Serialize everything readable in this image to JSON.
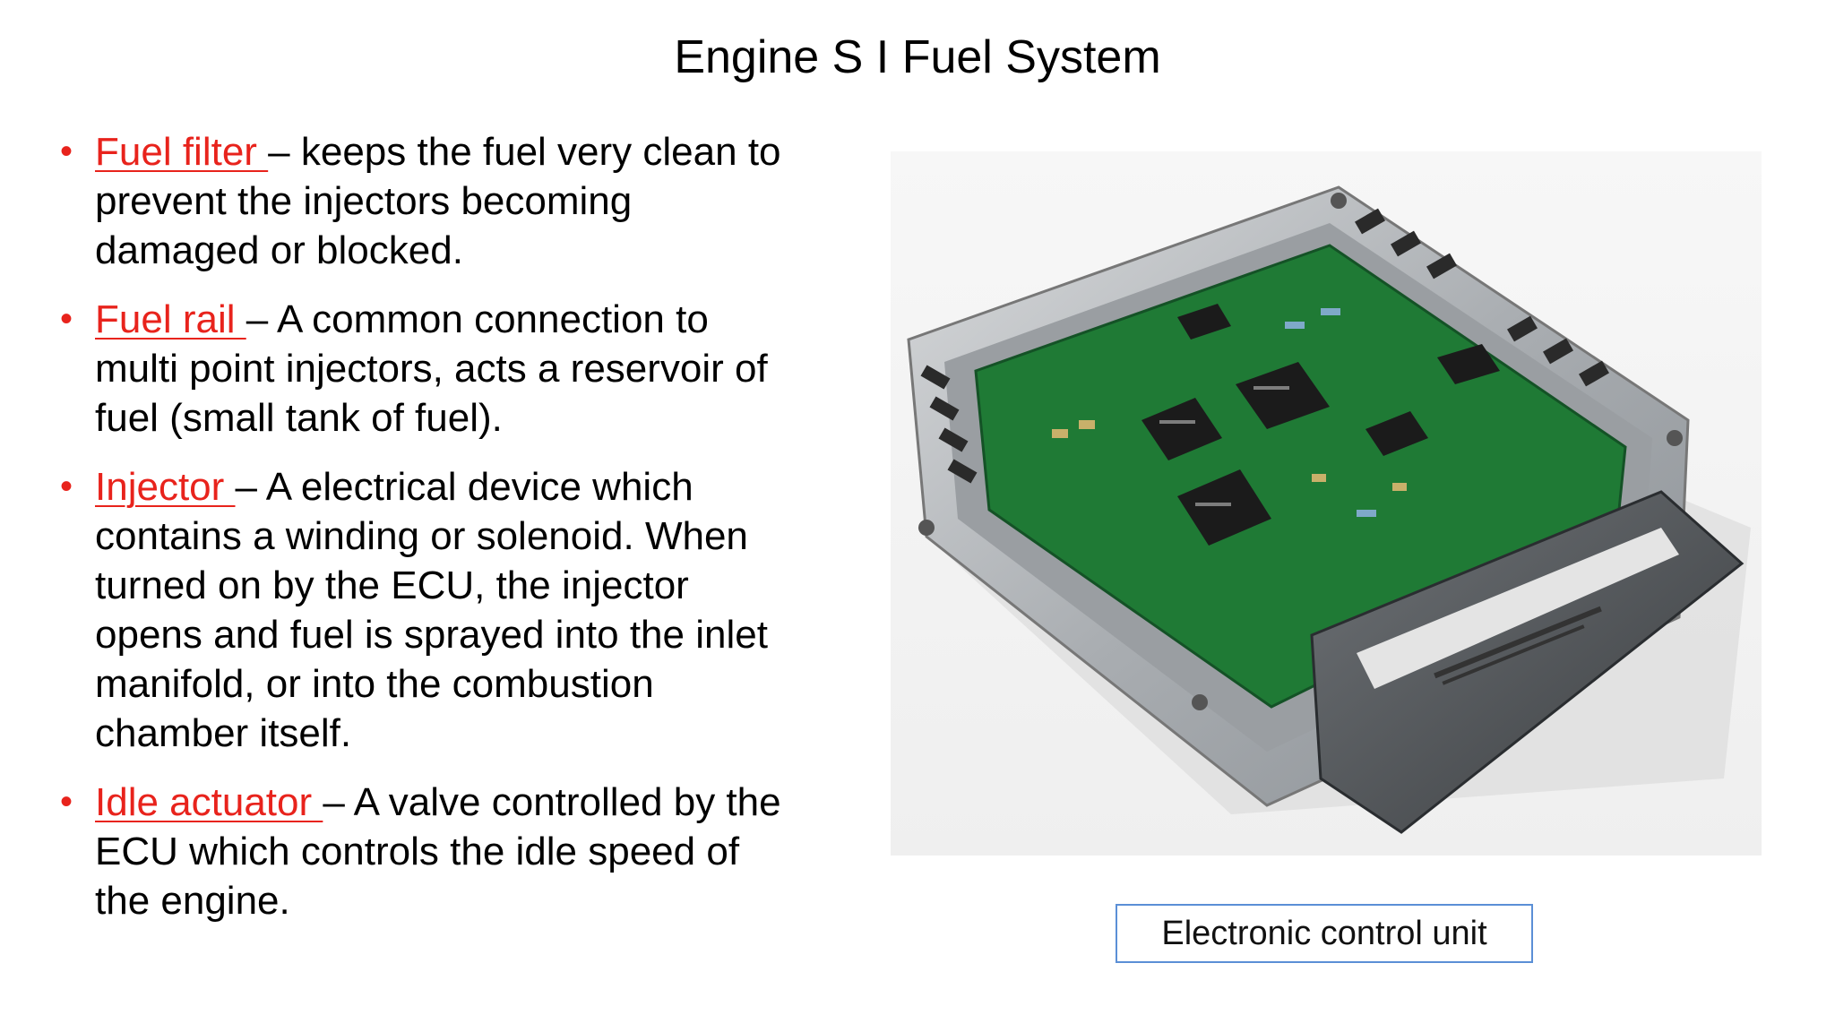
{
  "slide": {
    "title": "Engine S I Fuel System",
    "bullets": [
      {
        "term": "Fuel filter ",
        "text": "– keeps the fuel very clean to prevent the injectors becoming damaged or blocked."
      },
      {
        "term": "Fuel rail ",
        "text": "– A common connection to multi point injectors, acts a reservoir of fuel (small tank of fuel)."
      },
      {
        "term": "Injector ",
        "text": "– A electrical device which contains a winding or solenoid. When turned on by the ECU, the injector opens and fuel is sprayed into the inlet manifold, or into the combustion chamber itself."
      },
      {
        "term": "Idle actuator ",
        "text": "– A valve controlled by the ECU which controls the idle speed of the engine."
      }
    ],
    "caption": "Electronic control unit",
    "colors": {
      "term": "#e8231c",
      "caption_border": "#5b8fd6",
      "pcb": "#1f7a35",
      "housing": "#b9bcbf"
    }
  }
}
